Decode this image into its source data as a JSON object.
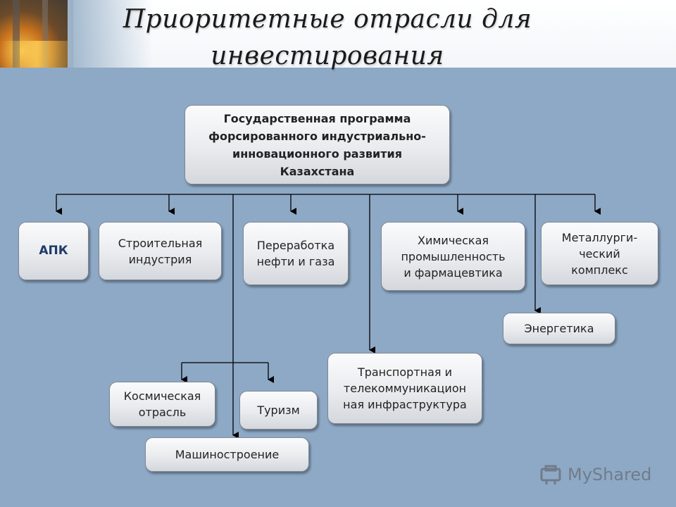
{
  "slide": {
    "title": "Приоритетные отрасли для\nинвестирования"
  },
  "diagram": {
    "root": "Государственная программа\nфорсированного индустриально-\nинновационного развития\nКазахстана",
    "nodes": {
      "apk": "АПК",
      "construction": "Строительная\nиндустрия",
      "oil_gas": "Переработка\nнефти и газа",
      "chemical": "Химическая\nпромышленность\nи фармацевтика",
      "metallurgy": "Металлурги-\nческий\nкомплекс",
      "energy": "Энергетика",
      "transport": "Транспортная и\nтелекоммуникацион\nная инфраструктура",
      "space": "Космическая\nотрасль",
      "tourism": "Туризм",
      "machinery": "Машиностроение"
    }
  },
  "watermark": {
    "text": "MyShared",
    "icon": "myshared-logo-icon"
  },
  "colors": {
    "background": "#8ea9c6",
    "box_border": "#7d8794",
    "apk_text": "#1f3b67",
    "connector": "#000000"
  }
}
